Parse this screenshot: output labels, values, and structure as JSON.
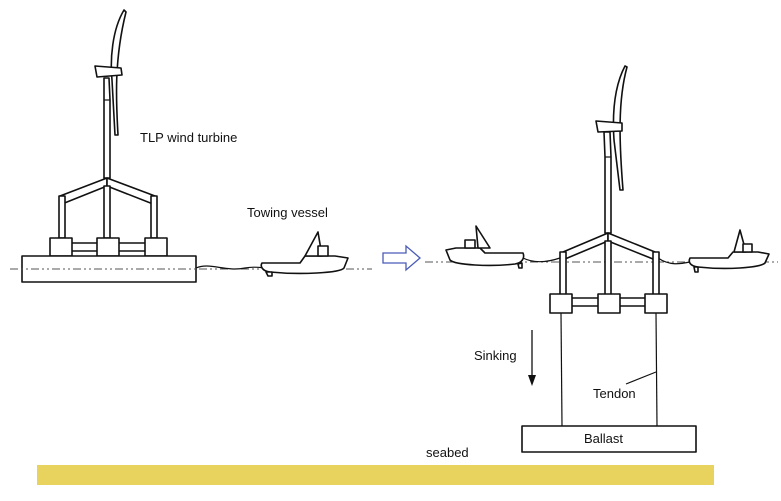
{
  "diagram": {
    "title": "TLP wind turbine installation: towing then sinking",
    "labels": {
      "turbine": "TLP wind turbine",
      "towing_vessel": "Towing vessel",
      "sinking": "Sinking",
      "tendon": "Tendon",
      "ballast": "Ballast",
      "seabed": "seabed"
    },
    "stages": [
      {
        "name": "towing",
        "description": "TLP wind turbine on barge towed by one vessel"
      },
      {
        "name": "sinking",
        "description": "TLP wind turbine held between two vessels, ballast sinking on tendons"
      }
    ],
    "colors": {
      "seabed": "#E8D35E",
      "arrow": "#4A5BB8",
      "line": "#111111",
      "waterline": "#555555"
    }
  }
}
